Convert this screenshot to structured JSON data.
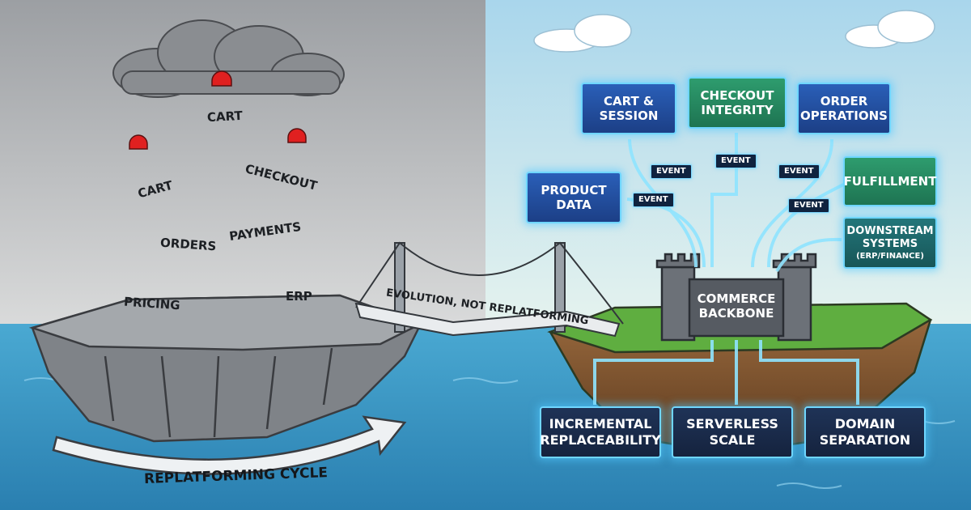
{
  "left_blocks": [
    "CART",
    "CART",
    "CHECKOUT",
    "ORDERS",
    "PAYMENTS",
    "PRICING",
    "ERP"
  ],
  "cycle_label": "REPLATFORMING CYCLE",
  "bridge_label": "EVOLUTION, NOT REPLATFORMING",
  "castle_label": [
    "COMMERCE",
    "BACKBONE"
  ],
  "services": {
    "cart_session": [
      "CART &",
      "SESSION"
    ],
    "checkout_integrity": [
      "CHECKOUT",
      "INTEGRITY"
    ],
    "order_operations": [
      "ORDER",
      "OPERATIONS"
    ],
    "product_data": [
      "PRODUCT",
      "DATA"
    ],
    "fulfillment": "FULFILLMENT",
    "downstream": [
      "DOWNSTREAM",
      "SYSTEMS",
      "(ERP/FINANCE)"
    ]
  },
  "event_label": "EVENT",
  "benefits": {
    "incremental": [
      "INCREMENTAL",
      "REPLACEABILITY"
    ],
    "serverless": [
      "SERVERLESS",
      "SCALE"
    ],
    "domain": [
      "DOMAIN",
      "SEPARATION"
    ]
  },
  "colors": {
    "sky_left": "#c9cbcd",
    "sky_right": "#cfe8f4",
    "sea": "#3f9ec9",
    "rock": "#8e9296",
    "grass": "#57a33c",
    "glow": "#6fd6ff",
    "alarm": "#e02020"
  }
}
